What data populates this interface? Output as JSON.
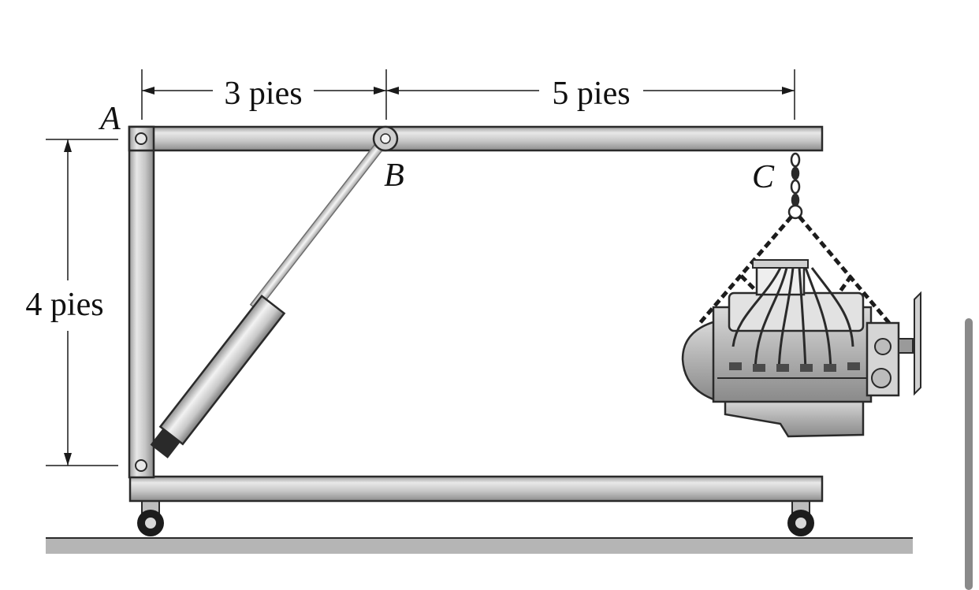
{
  "diagram": {
    "dimensions": {
      "ab": "3 pies",
      "bc": "5 pies",
      "height": "4 pies"
    },
    "points": {
      "a": "A",
      "b": "B",
      "c": "C"
    }
  },
  "colors": {
    "steel": "#c4c4c4",
    "steel_light": "#e6e6e6",
    "outline": "#2a2a2a",
    "ground": "#b5b5b5"
  }
}
